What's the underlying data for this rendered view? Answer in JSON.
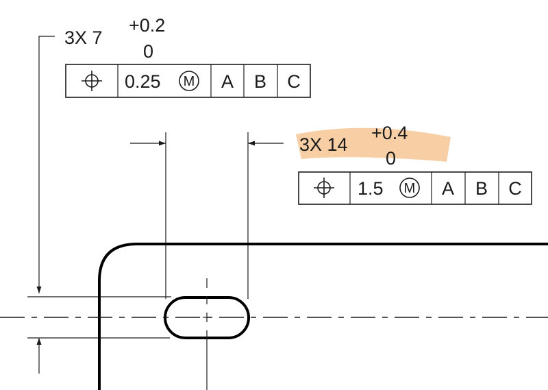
{
  "slot_width_callout": {
    "count_size": "3X  7",
    "tol_upper": "+0.2",
    "tol_lower": "0",
    "fcf": {
      "symbol": "position-icon",
      "tolerance": "0.25",
      "modifier": "M",
      "datums": [
        "A",
        "B",
        "C"
      ]
    }
  },
  "slot_length_callout": {
    "count_size": "3X  14",
    "tol_upper": "+0.4",
    "tol_lower": "0",
    "highlight_color": "#f7c594",
    "fcf": {
      "symbol": "position-icon",
      "tolerance": "1.5",
      "modifier": "M",
      "datums": [
        "A",
        "B",
        "C"
      ]
    }
  }
}
